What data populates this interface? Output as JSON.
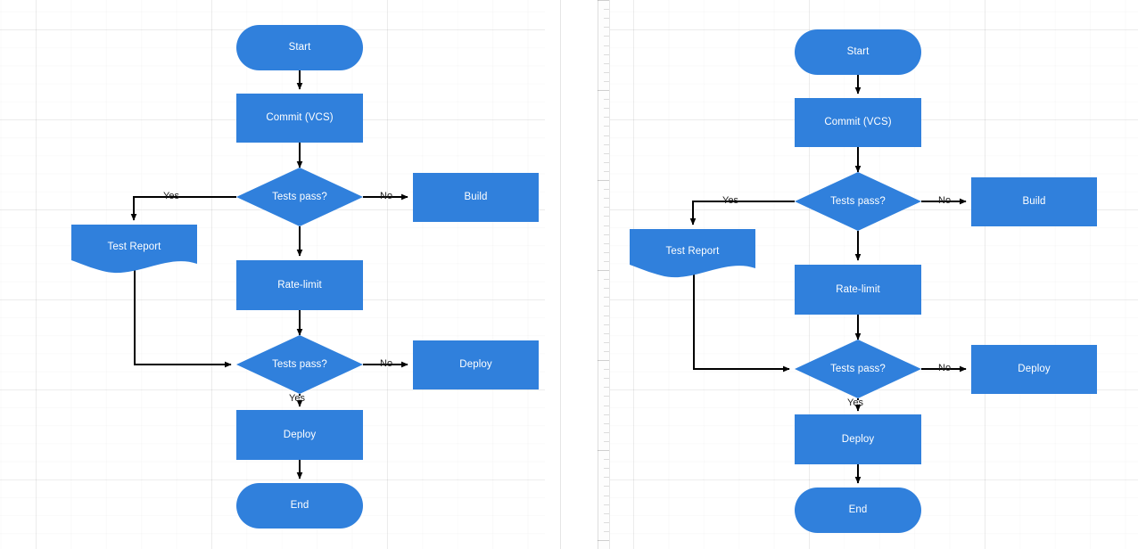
{
  "app": {
    "title": "Flowchart canvas",
    "accent_color": "#3080dc",
    "stroke_color": "#000000",
    "canvas_background": "#ffffff",
    "grid_color": "#e8e8e8"
  },
  "panels": [
    {
      "id": "left-panel",
      "name": "left-flowchart",
      "nodes": [
        {
          "id": "start",
          "label": "Start",
          "shape": "terminator"
        },
        {
          "id": "commit",
          "label": "Commit (VCS)",
          "shape": "process"
        },
        {
          "id": "tests1",
          "label": "Tests pass?",
          "shape": "decision"
        },
        {
          "id": "build",
          "label": "Build",
          "shape": "process"
        },
        {
          "id": "report",
          "label": "Test Report",
          "shape": "document"
        },
        {
          "id": "ratelimit",
          "label": "Rate-limit",
          "shape": "process"
        },
        {
          "id": "tests2",
          "label": "Tests pass?",
          "shape": "decision"
        },
        {
          "id": "deploy1",
          "label": "Deploy",
          "shape": "process"
        },
        {
          "id": "deploy2",
          "label": "Deploy",
          "shape": "process"
        },
        {
          "id": "end",
          "label": "End",
          "shape": "terminator"
        }
      ],
      "edges": [
        {
          "from": "start",
          "to": "commit",
          "label": ""
        },
        {
          "from": "commit",
          "to": "tests1",
          "label": ""
        },
        {
          "from": "tests1",
          "to": "build",
          "label": "No"
        },
        {
          "from": "tests1",
          "to": "report",
          "label": "Yes"
        },
        {
          "from": "tests1",
          "to": "ratelimit",
          "label": ""
        },
        {
          "from": "report",
          "to": "tests2",
          "label": ""
        },
        {
          "from": "ratelimit",
          "to": "tests2",
          "label": ""
        },
        {
          "from": "tests2",
          "to": "deploy1",
          "label": "No"
        },
        {
          "from": "tests2",
          "to": "deploy2",
          "label": "Yes"
        },
        {
          "from": "deploy2",
          "to": "end",
          "label": ""
        }
      ]
    },
    {
      "id": "right-panel",
      "name": "right-flowchart",
      "nodes": [
        {
          "id": "start",
          "label": "Start",
          "shape": "terminator"
        },
        {
          "id": "commit",
          "label": "Commit (VCS)",
          "shape": "process"
        },
        {
          "id": "tests1",
          "label": "Tests pass?",
          "shape": "decision"
        },
        {
          "id": "build",
          "label": "Build",
          "shape": "process"
        },
        {
          "id": "report",
          "label": "Test Report",
          "shape": "document"
        },
        {
          "id": "ratelimit",
          "label": "Rate-limit",
          "shape": "process"
        },
        {
          "id": "tests2",
          "label": "Tests pass?",
          "shape": "decision"
        },
        {
          "id": "deploy1",
          "label": "Deploy",
          "shape": "process"
        },
        {
          "id": "deploy2",
          "label": "Deploy",
          "shape": "process"
        },
        {
          "id": "end",
          "label": "End",
          "shape": "terminator"
        }
      ],
      "edges": [
        {
          "from": "start",
          "to": "commit",
          "label": ""
        },
        {
          "from": "commit",
          "to": "tests1",
          "label": ""
        },
        {
          "from": "tests1",
          "to": "build",
          "label": "No"
        },
        {
          "from": "tests1",
          "to": "report",
          "label": "Yes"
        },
        {
          "from": "tests1",
          "to": "ratelimit",
          "label": ""
        },
        {
          "from": "report",
          "to": "tests2",
          "label": ""
        },
        {
          "from": "ratelimit",
          "to": "tests2",
          "label": ""
        },
        {
          "from": "tests2",
          "to": "deploy1",
          "label": "No"
        },
        {
          "from": "tests2",
          "to": "deploy2",
          "label": "Yes"
        },
        {
          "from": "deploy2",
          "to": "end",
          "label": ""
        }
      ]
    }
  ]
}
